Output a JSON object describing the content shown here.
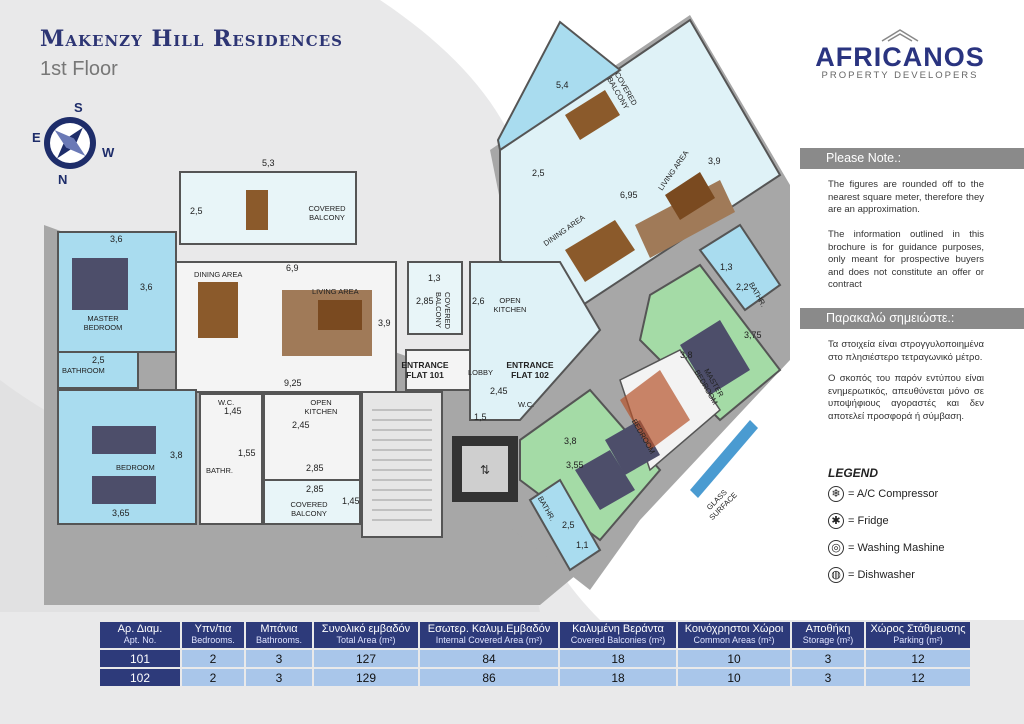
{
  "header": {
    "title": "Makenzy Hill Residences",
    "subtitle": "1st Floor"
  },
  "logo": {
    "name": "Africanos",
    "tagline": "PROPERTY DEVELOPERS"
  },
  "compass": {
    "n": "N",
    "s": "S",
    "e": "E",
    "w": "W"
  },
  "notes": {
    "en_heading": "Please Note.:",
    "en_p1": "The figures are rounded off to the nearest square meter, therefore they are an approximation.",
    "en_p2": "The information outlined in this brochure is for guidance purposes, only meant for prospective buyers and does not constitute an offer or contract",
    "gr_heading": "Παρακαλώ σημειώστε.:",
    "gr_p1": "Τα στοιχεία είναι στρογγυλοποιημένα στο πλησιέστερο τετραγωνικό μέτρο.",
    "gr_p2": "Ο σκοπός του παρόν εντύπου είναι ενημερωτικός, απευθύνεται μόνο σε υποψήφιους αγοραστές και δεν αποτελεί προσφορά ή σύμβαση."
  },
  "legend": {
    "title": "LEGEND",
    "items": [
      {
        "icon": "ac-compressor-icon",
        "glyph": "❄",
        "label": "= A/C Compressor"
      },
      {
        "icon": "fridge-icon",
        "glyph": "✱",
        "label": "= Fridge"
      },
      {
        "icon": "washing-machine-icon",
        "glyph": "◎",
        "label": "= Washing Mashine"
      },
      {
        "icon": "dishwasher-icon",
        "glyph": "◍",
        "label": "= Dishwasher"
      }
    ]
  },
  "plan": {
    "labels": {
      "covered_balcony": "COVERED BALCONY",
      "master_bedroom": "MASTER BEDROOM",
      "dining_area": "DINING AREA",
      "living_area": "LIVING AREA",
      "bathroom": "BATHROOM",
      "bedroom": "BEDROOM",
      "bathr": "BATHR.",
      "wc": "W.C.",
      "open_kitchen": "OPEN KITCHEN",
      "entrance_101": "ENTRANCE FLAT 101",
      "entrance_102": "ENTRANCE FLAT 102",
      "lobby": "LOBBY",
      "glass_surface": "GLASS SURFACE"
    },
    "dims": {
      "d1": "5,3",
      "d2": "2,5",
      "d3": "3,6",
      "d4": "3,6",
      "d5": "6,9",
      "d6": "3,9",
      "d7": "2,5",
      "d8": "9,25",
      "d9": "3,8",
      "d10": "3,65",
      "d11": "1,45",
      "d12": "2,45",
      "d13": "2,85",
      "d14": "2,85",
      "d15": "1,45",
      "d16": "1,55",
      "d17": "1,3",
      "d18": "2,85",
      "d19": "2,6",
      "d20": "1,5",
      "d21": "2,45",
      "d22": "5,4",
      "d23": "2,5",
      "d24": "6,95",
      "d25": "3,9",
      "d26": "3,75",
      "d27": "3,8",
      "d28": "3,8",
      "d29": "3,55",
      "d30": "2,5",
      "d31": "1,1",
      "d32": "1,3",
      "d33": "2,2"
    }
  },
  "table": {
    "headers": [
      {
        "gr": "Αρ. Διαμ.",
        "en": "Apt. No."
      },
      {
        "gr": "Υπν/τια",
        "en": "Bedrooms."
      },
      {
        "gr": "Μπάνια",
        "en": "Bathrooms."
      },
      {
        "gr": "Συνολικό εμβαδόν",
        "en": "Total Area (m²)"
      },
      {
        "gr": "Εσωτερ. Καλυμ.Εμβαδόν",
        "en": "Internal Covered Area (m²)"
      },
      {
        "gr": "Καλυμένη Βεράντα",
        "en": "Covered Balconies (m²)"
      },
      {
        "gr": "Κοινόχρηστοι Χώροι",
        "en": "Common Areas (m²)"
      },
      {
        "gr": "Αποθήκη",
        "en": "Storage (m²)"
      },
      {
        "gr": "Χώρος Στάθμευσης",
        "en": "Parking (m²)"
      }
    ],
    "rows": [
      [
        "101",
        "2",
        "3",
        "127",
        "84",
        "18",
        "10",
        "3",
        "12"
      ],
      [
        "102",
        "2",
        "3",
        "129",
        "86",
        "18",
        "10",
        "3",
        "12"
      ]
    ]
  }
}
